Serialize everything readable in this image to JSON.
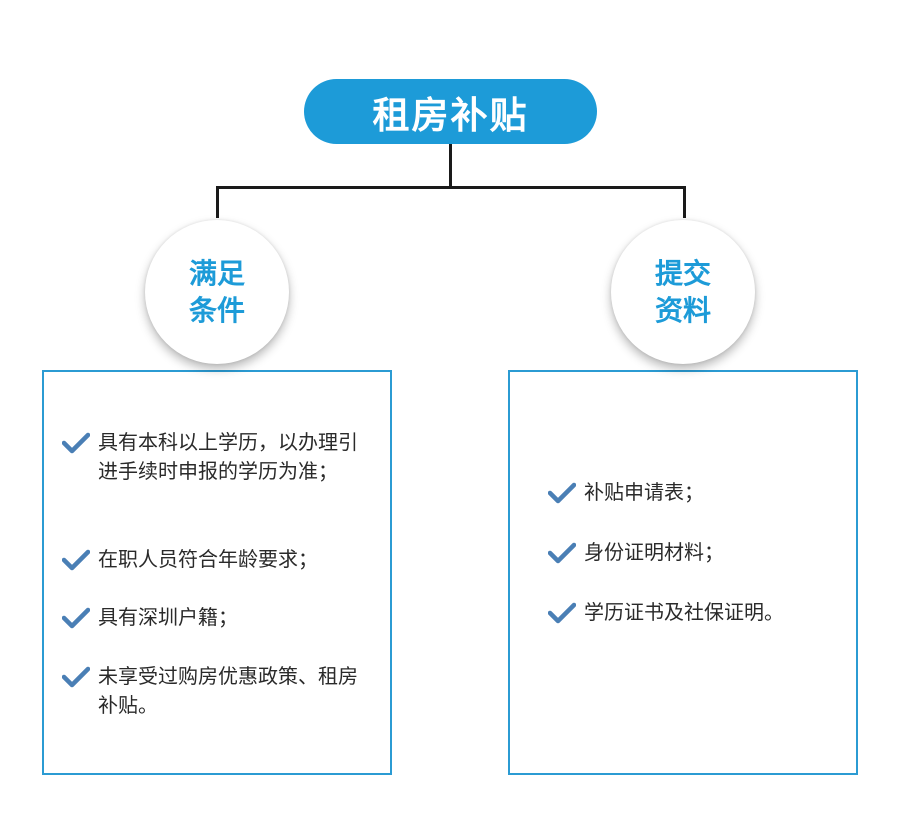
{
  "root": {
    "title": "租房补贴"
  },
  "branches": [
    {
      "title_line1": "满足",
      "title_line2": "条件",
      "items": [
        "具有本科以上学历，以办理引进手续时申报的学历为准；",
        "在职人员符合年龄要求；",
        "具有深圳户籍；",
        "未享受过购房优惠政策、租房补贴。"
      ]
    },
    {
      "title_line1": "提交",
      "title_line2": "资料",
      "items": [
        "补贴申请表；",
        "身份证明材料；",
        "学历证书及社保证明。"
      ]
    }
  ],
  "colors": {
    "accent": "#1d9bd8",
    "box_border": "#2b9bd3",
    "check": "#4a7fb5",
    "text": "#2a2a2a",
    "connector": "#1a1a1a"
  },
  "icons": {
    "bullet": "check-icon"
  }
}
